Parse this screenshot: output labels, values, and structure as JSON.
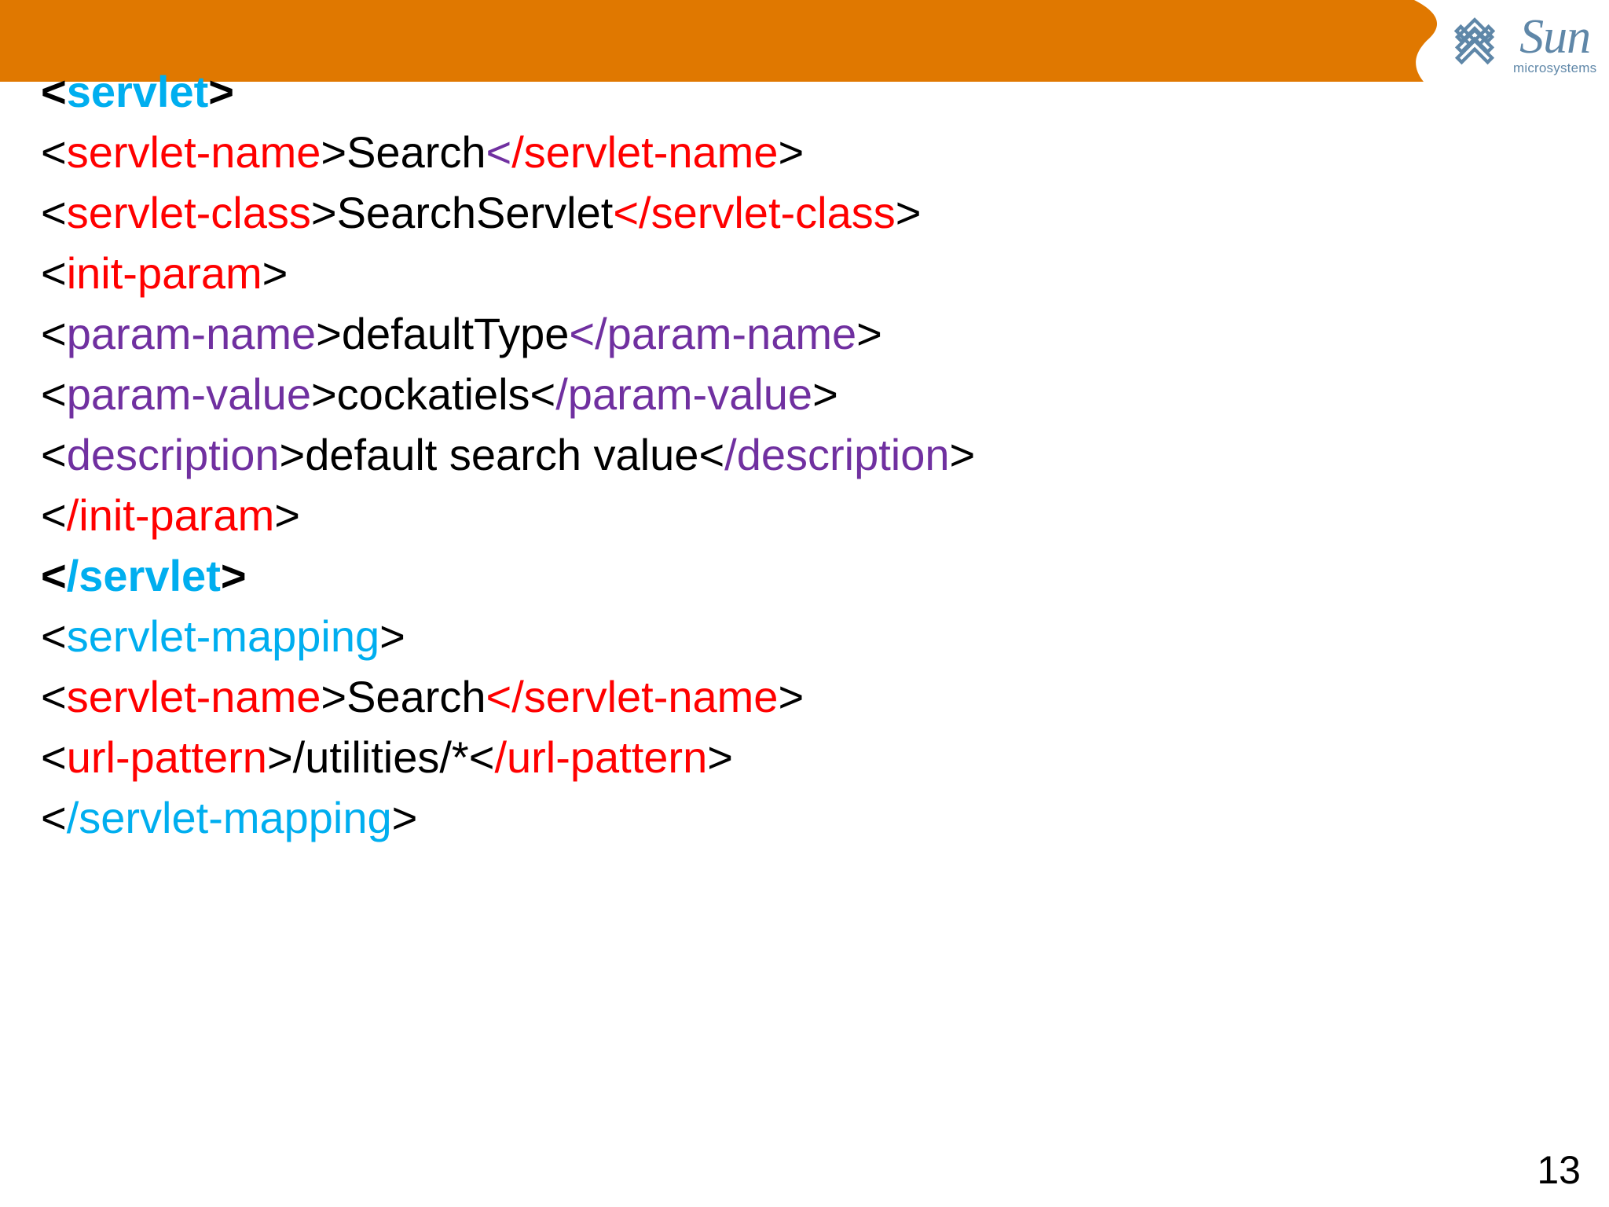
{
  "slide": {
    "page_number": "13",
    "header": {
      "band_color": "#E07800",
      "shape": "wave-right-edge"
    },
    "logo": {
      "mark_name": "sun-diamond-mark",
      "wordmark": "Sun",
      "tagline": "microsystems",
      "color": "#5f87a8"
    }
  },
  "palette": {
    "orange": "#E07800",
    "red": "#ff0000",
    "purple": "#7030a0",
    "cyan": "#00aeef",
    "black": "#000000"
  },
  "code": {
    "language": "xml",
    "lines": [
      {
        "id": "line-1",
        "plain": "<servlet>",
        "tokens": [
          {
            "text": "<",
            "color": "black",
            "bold": true
          },
          {
            "text": "servlet",
            "color": "cyan",
            "bold": true
          },
          {
            "text": ">",
            "color": "black",
            "bold": true
          }
        ]
      },
      {
        "id": "line-2",
        "plain": "<servlet-name>Search</servlet-name>",
        "tokens": [
          {
            "text": "<",
            "color": "black",
            "bold": false
          },
          {
            "text": "servlet-name",
            "color": "red",
            "bold": false
          },
          {
            "text": ">",
            "color": "black",
            "bold": false
          },
          {
            "text": "Search",
            "color": "black",
            "bold": false
          },
          {
            "text": "<",
            "color": "purple",
            "bold": false
          },
          {
            "text": "/servlet-name",
            "color": "red",
            "bold": false
          },
          {
            "text": ">",
            "color": "black",
            "bold": false
          }
        ]
      },
      {
        "id": "line-3",
        "plain": "<servlet-class>SearchServlet</servlet-class>",
        "tokens": [
          {
            "text": "<",
            "color": "black",
            "bold": false
          },
          {
            "text": "servlet-class",
            "color": "red",
            "bold": false
          },
          {
            "text": ">",
            "color": "black",
            "bold": false
          },
          {
            "text": "SearchServlet",
            "color": "black",
            "bold": false
          },
          {
            "text": "<",
            "color": "red",
            "bold": false
          },
          {
            "text": "/servlet-class",
            "color": "red",
            "bold": false
          },
          {
            "text": ">",
            "color": "black",
            "bold": false
          }
        ]
      },
      {
        "id": "line-4",
        "plain": "<init-param>",
        "tokens": [
          {
            "text": "<",
            "color": "black",
            "bold": false
          },
          {
            "text": "init-param",
            "color": "red",
            "bold": false
          },
          {
            "text": ">",
            "color": "black",
            "bold": false
          }
        ]
      },
      {
        "id": "line-5",
        "plain": "<param-name>defaultType</param-name>",
        "tokens": [
          {
            "text": "<",
            "color": "black",
            "bold": false
          },
          {
            "text": "param-name",
            "color": "purple",
            "bold": false
          },
          {
            "text": ">",
            "color": "black",
            "bold": false
          },
          {
            "text": "defaultType",
            "color": "black",
            "bold": false
          },
          {
            "text": "<",
            "color": "purple",
            "bold": false
          },
          {
            "text": "/param-name",
            "color": "purple",
            "bold": false
          },
          {
            "text": ">",
            "color": "black",
            "bold": false
          }
        ]
      },
      {
        "id": "line-6",
        "plain": "<param-value>cockatiels</param-value>",
        "tokens": [
          {
            "text": "<",
            "color": "black",
            "bold": false
          },
          {
            "text": "param-value",
            "color": "purple",
            "bold": false
          },
          {
            "text": ">",
            "color": "black",
            "bold": false
          },
          {
            "text": "cockatiels",
            "color": "black",
            "bold": false
          },
          {
            "text": "<",
            "color": "black",
            "bold": false
          },
          {
            "text": "/param-value",
            "color": "purple",
            "bold": false
          },
          {
            "text": ">",
            "color": "black",
            "bold": false
          }
        ]
      },
      {
        "id": "line-7",
        "plain": "<description>default search value</description>",
        "tokens": [
          {
            "text": "<",
            "color": "black",
            "bold": false
          },
          {
            "text": "description",
            "color": "purple",
            "bold": false
          },
          {
            "text": ">",
            "color": "black",
            "bold": false
          },
          {
            "text": "default search value",
            "color": "black",
            "bold": false
          },
          {
            "text": "<",
            "color": "black",
            "bold": false
          },
          {
            "text": "/description",
            "color": "purple",
            "bold": false
          },
          {
            "text": ">",
            "color": "black",
            "bold": false
          }
        ]
      },
      {
        "id": "line-8",
        "plain": "</init-param>",
        "tokens": [
          {
            "text": "<",
            "color": "black",
            "bold": false
          },
          {
            "text": "/init-param",
            "color": "red",
            "bold": false
          },
          {
            "text": ">",
            "color": "black",
            "bold": false
          }
        ]
      },
      {
        "id": "line-9",
        "plain": "</servlet>",
        "tokens": [
          {
            "text": "<",
            "color": "black",
            "bold": true
          },
          {
            "text": "/servlet",
            "color": "cyan",
            "bold": true
          },
          {
            "text": ">",
            "color": "black",
            "bold": true
          }
        ]
      },
      {
        "id": "line-10",
        "plain": "<servlet-mapping>",
        "tokens": [
          {
            "text": "<",
            "color": "black",
            "bold": false
          },
          {
            "text": "servlet-mapping",
            "color": "cyan",
            "bold": false
          },
          {
            "text": ">",
            "color": "black",
            "bold": false
          }
        ]
      },
      {
        "id": "line-11",
        "plain": "<servlet-name>Search</servlet-name>",
        "tokens": [
          {
            "text": "<",
            "color": "black",
            "bold": false
          },
          {
            "text": "servlet-name",
            "color": "red",
            "bold": false
          },
          {
            "text": ">",
            "color": "black",
            "bold": false
          },
          {
            "text": "Search",
            "color": "black",
            "bold": false
          },
          {
            "text": "<",
            "color": "red",
            "bold": false
          },
          {
            "text": "/servlet-name",
            "color": "red",
            "bold": false
          },
          {
            "text": ">",
            "color": "black",
            "bold": false
          }
        ]
      },
      {
        "id": "line-12",
        "plain": "<url-pattern>/utilities/*</url-pattern>",
        "tokens": [
          {
            "text": "<",
            "color": "black",
            "bold": false
          },
          {
            "text": "url-pattern",
            "color": "red",
            "bold": false
          },
          {
            "text": ">",
            "color": "black",
            "bold": false
          },
          {
            "text": "/utilities/*",
            "color": "black",
            "bold": false
          },
          {
            "text": "<",
            "color": "black",
            "bold": false
          },
          {
            "text": "/url-pattern",
            "color": "red",
            "bold": false
          },
          {
            "text": ">",
            "color": "black",
            "bold": false
          }
        ]
      },
      {
        "id": "line-13",
        "plain": "</servlet-mapping>",
        "tokens": [
          {
            "text": "<",
            "color": "black",
            "bold": false
          },
          {
            "text": "/servlet-mapping",
            "color": "cyan",
            "bold": false
          },
          {
            "text": ">",
            "color": "black",
            "bold": false
          }
        ]
      }
    ]
  }
}
